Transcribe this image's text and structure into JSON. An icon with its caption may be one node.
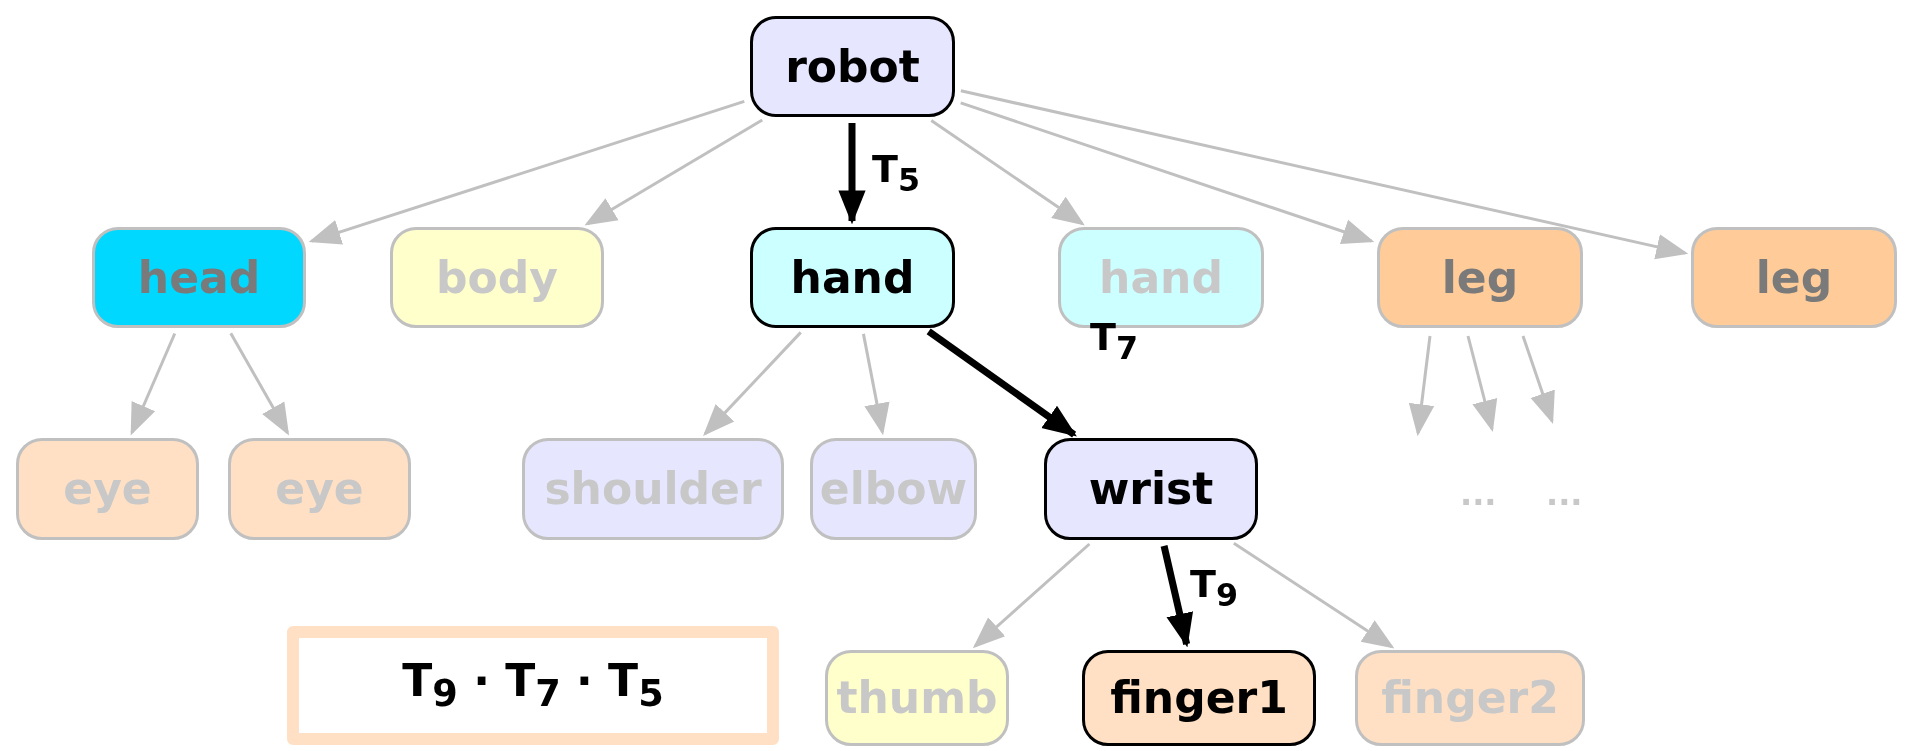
{
  "diagram": {
    "nodes": [
      {
        "text": [
          "robot"
        ]
      },
      {
        "text": [
          "head"
        ]
      },
      {
        "text": [
          "body"
        ]
      },
      {
        "text": [
          "hand"
        ]
      },
      {
        "text": [
          "hand"
        ]
      },
      {
        "text": [
          "leg"
        ]
      },
      {
        "text": [
          "leg"
        ]
      },
      {
        "text": [
          "eye"
        ]
      },
      {
        "text": [
          "eye"
        ]
      },
      {
        "text": [
          "shoulder"
        ]
      },
      {
        "text": [
          "elbow"
        ]
      },
      {
        "text": [
          "wrist"
        ]
      },
      {
        "text": [
          "thumb"
        ]
      },
      {
        "text": [
          "finger1"
        ]
      },
      {
        "text": [
          "finger2"
        ]
      },
      {
        "text": [
          "T$_{9}$ · T$_{7}$ · T$_{5}$"
        ]
      }
    ],
    "edges": [
      {
        "from": 0,
        "to": 1,
        "arrow": "to"
      },
      {
        "from": 0,
        "to": 2,
        "arrow": "to"
      },
      {
        "from": 0,
        "to": 3,
        "arrow": "to",
        "label": "T$_{5}$",
        "style": "thick",
        "color": "#000000"
      },
      {
        "from": 0,
        "to": 4,
        "arrow": "to"
      },
      {
        "from": 0,
        "to": 5,
        "arrow": "to"
      },
      {
        "from": 0,
        "to": 6,
        "arrow": "to"
      },
      {
        "from": 1,
        "to": 7,
        "arrow": "to"
      },
      {
        "from": 1,
        "to": 8,
        "arrow": "to"
      },
      {
        "from": 3,
        "to": 9,
        "arrow": "to"
      },
      {
        "from": 3,
        "to": 10,
        "arrow": "to"
      },
      {
        "from": 3,
        "to": 11,
        "arrow": "to",
        "label": "T$_{7}$",
        "style": "thick",
        "color": "#000000"
      },
      {
        "from": 5,
        "to": null,
        "arrow": "to"
      },
      {
        "from": 5,
        "to": null,
        "arrow": "to"
      },
      {
        "from": 5,
        "to": null,
        "arrow": "to"
      },
      {
        "from": 11,
        "to": 12,
        "arrow": "to"
      },
      {
        "from": 11,
        "to": 13,
        "arrow": "to",
        "label": "T$_{9}$",
        "style": "thick",
        "color": "#000000"
      },
      {
        "from": 11,
        "to": 14,
        "arrow": "to"
      }
    ],
    "labels": [
      "...",
      "..."
    ]
  }
}
